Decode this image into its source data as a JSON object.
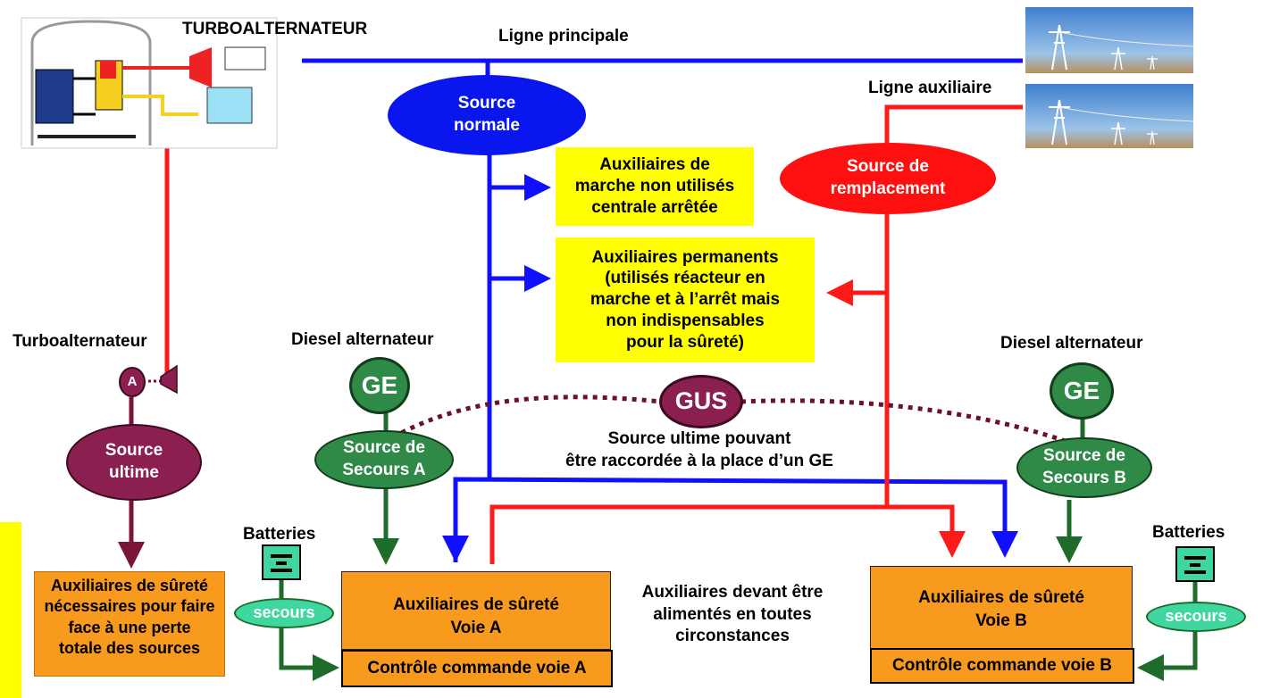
{
  "colors": {
    "normal_line": "#1010ff",
    "aux_line": "#ff1a1a",
    "ultimate": "#8b1f4f",
    "backup": "#2f8a47",
    "yellow_box": "#ffff00",
    "orange_box": "#f79a1e",
    "secours": "#3fd6a0"
  },
  "labels": {
    "turboalternateur_top": "TURBOALTERNATEUR",
    "ligne_principale": "Ligne principale",
    "ligne_auxiliaire": "Ligne auxiliaire",
    "turboalternateur_left": "Turboalternateur",
    "diesel_a": "Diesel alternateur",
    "diesel_b": "Diesel alternateur",
    "batteries_a": "Batteries",
    "batteries_b": "Batteries",
    "gus_caption_1": "Source ultime pouvant",
    "gus_caption_2": "être raccordée à la place d’un GE",
    "center_1": "Auxiliaires devant être",
    "center_2": "alimentés en toutes",
    "center_3": "circonstances"
  },
  "nodes": {
    "source_normale": [
      "Source",
      "normale"
    ],
    "source_remplacement": [
      "Source de",
      "remplacement"
    ],
    "source_ultime": [
      "Source",
      "ultime"
    ],
    "alternator_a": "A",
    "ge_a": "GE",
    "ge_b": "GE",
    "gus": "GUS",
    "secours_source_a": [
      "Source de",
      "Secours A"
    ],
    "secours_source_b": [
      "Source de",
      "Secours B"
    ],
    "secours_a": "secours",
    "secours_b": "secours"
  },
  "boxes": {
    "aux_marche": [
      "Auxiliaires de",
      "marche non utilisés",
      "centrale arrêtée"
    ],
    "aux_permanents": [
      "Auxiliaires permanents",
      "(utilisés réacteur en",
      "marche et à l’arrêt  mais",
      "non indispensables",
      "pour la sûreté)"
    ],
    "aux_ultime": [
      "Auxiliaires de sûreté",
      "nécessaires pour faire",
      "face à une perte",
      "totale des sources"
    ],
    "voie_a": [
      "Auxiliaires de sûreté",
      "Voie A"
    ],
    "voie_b": [
      "Auxiliaires de sûreté",
      "Voie B"
    ],
    "ctrl_a": "Contrôle commande voie A",
    "ctrl_b": "Contrôle commande voie B"
  }
}
